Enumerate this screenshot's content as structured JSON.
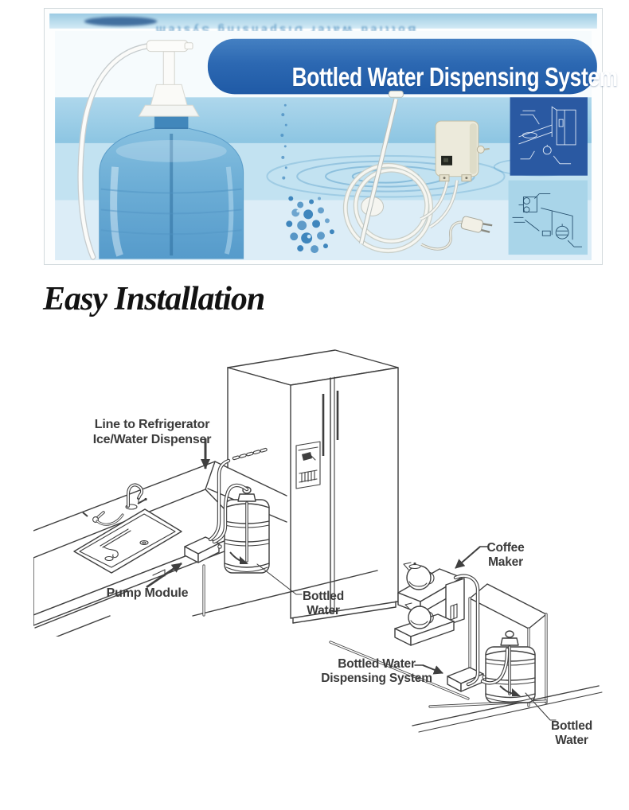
{
  "product_box": {
    "title": "Bottled Water Dispensing System"
  },
  "page": {
    "heading": "Easy Installation"
  },
  "kitchen_diagram": {
    "refrigerator_label": "Line to Refrigerator\nIce/Water Dispenser",
    "pump_label": "Pump Module",
    "bottle_label": "Bottled\nWater"
  },
  "coffee_diagram": {
    "coffee_maker_label": "Coffee\nMaker",
    "system_label": "Bottled Water\nDispensing System",
    "bottle_label": "Bottled\nWater"
  },
  "colors": {
    "title_band_blue": "#2c68b2",
    "water_band_blue": "#9ccde8",
    "thumbnail_dark_blue": "#2a59a2",
    "thumbnail_light_blue": "#a9d5e9",
    "line_art": "#3f3f3f",
    "label_text": "#3b3b3b"
  }
}
